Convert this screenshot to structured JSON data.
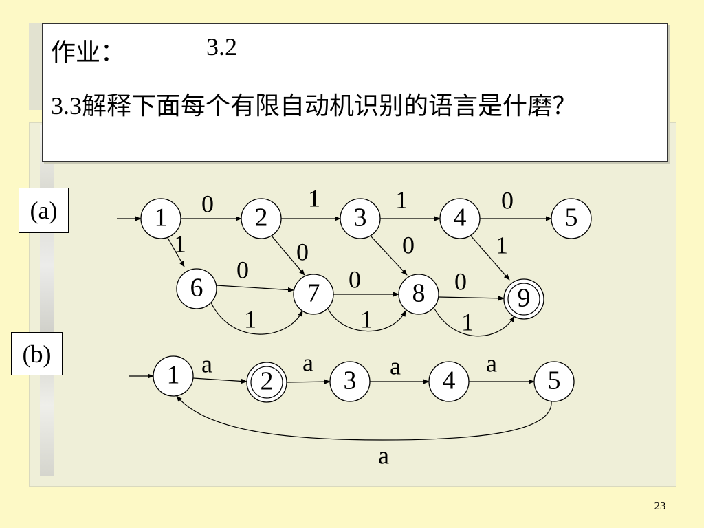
{
  "slide": {
    "title_prefix": "作业：",
    "title_number": "3.2",
    "title_line2": "3.3解释下面每个有限自动机识别的语言是什磨？",
    "label_a": "(a)",
    "label_b": "(b)",
    "page_number": "23"
  },
  "automaton_a": {
    "states": [
      "1",
      "2",
      "3",
      "4",
      "5",
      "6",
      "7",
      "8",
      "9"
    ],
    "accepting": [
      "9"
    ],
    "start": "1",
    "transitions": [
      {
        "from": "1",
        "to": "2",
        "label": "0"
      },
      {
        "from": "2",
        "to": "3",
        "label": "1"
      },
      {
        "from": "3",
        "to": "4",
        "label": "1"
      },
      {
        "from": "4",
        "to": "5",
        "label": "0"
      },
      {
        "from": "1",
        "to": "6",
        "label": "1"
      },
      {
        "from": "2",
        "to": "7",
        "label": "0"
      },
      {
        "from": "3",
        "to": "8",
        "label": "0"
      },
      {
        "from": "4",
        "to": "9",
        "label": "1"
      },
      {
        "from": "6",
        "to": "7",
        "label": "0"
      },
      {
        "from": "7",
        "to": "8",
        "label": "0"
      },
      {
        "from": "8",
        "to": "9",
        "label": "0"
      },
      {
        "from": "6",
        "to": "7",
        "label": "1"
      },
      {
        "from": "7",
        "to": "8",
        "label": "1"
      },
      {
        "from": "8",
        "to": "9",
        "label": "1"
      }
    ]
  },
  "automaton_b": {
    "states": [
      "1",
      "2",
      "3",
      "4",
      "5"
    ],
    "accepting": [
      "2"
    ],
    "start": "1",
    "transitions": [
      {
        "from": "1",
        "to": "2",
        "label": "a"
      },
      {
        "from": "2",
        "to": "3",
        "label": "a"
      },
      {
        "from": "3",
        "to": "4",
        "label": "a"
      },
      {
        "from": "4",
        "to": "5",
        "label": "a"
      },
      {
        "from": "5",
        "to": "1",
        "label": "a"
      }
    ]
  }
}
